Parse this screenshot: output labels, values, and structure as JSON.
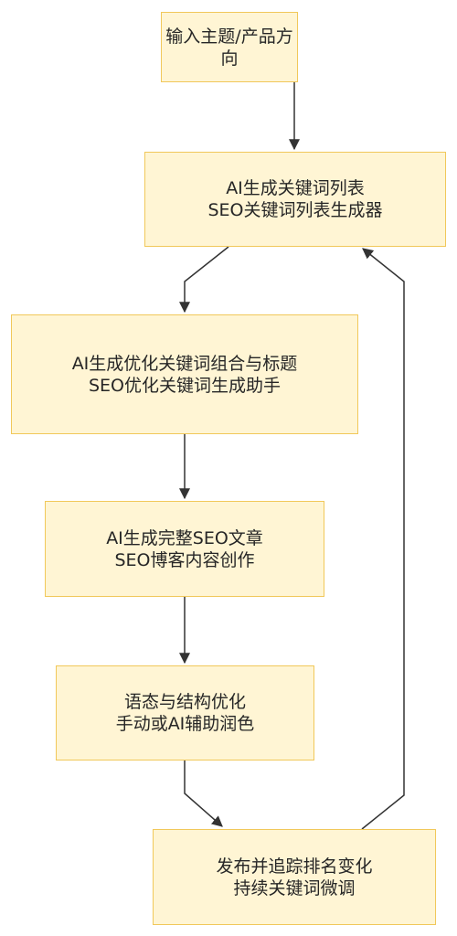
{
  "nodes": [
    {
      "id": "n1",
      "lines": [
        "输入主题/产品方向"
      ]
    },
    {
      "id": "n2",
      "lines": [
        "AI生成关键词列表",
        "SEO关键词列表生成器"
      ]
    },
    {
      "id": "n3",
      "lines": [
        "AI生成优化关键词组合与标题",
        "SEO优化关键词生成助手"
      ]
    },
    {
      "id": "n4",
      "lines": [
        "AI生成完整SEO文章",
        "SEO博客内容创作"
      ]
    },
    {
      "id": "n5",
      "lines": [
        "语态与结构优化",
        "手动或AI辅助润色"
      ]
    },
    {
      "id": "n6",
      "lines": [
        "发布并追踪排名变化",
        "持续关键词微调"
      ]
    }
  ],
  "edges": [
    {
      "from": "n1",
      "to": "n2"
    },
    {
      "from": "n2",
      "to": "n3"
    },
    {
      "from": "n3",
      "to": "n4"
    },
    {
      "from": "n4",
      "to": "n5"
    },
    {
      "from": "n5",
      "to": "n6"
    },
    {
      "from": "n6",
      "to": "n2"
    }
  ],
  "colors": {
    "node_fill": "#fff5d4",
    "node_border": "#f1c85a",
    "edge": "#333333",
    "text": "#262626"
  }
}
